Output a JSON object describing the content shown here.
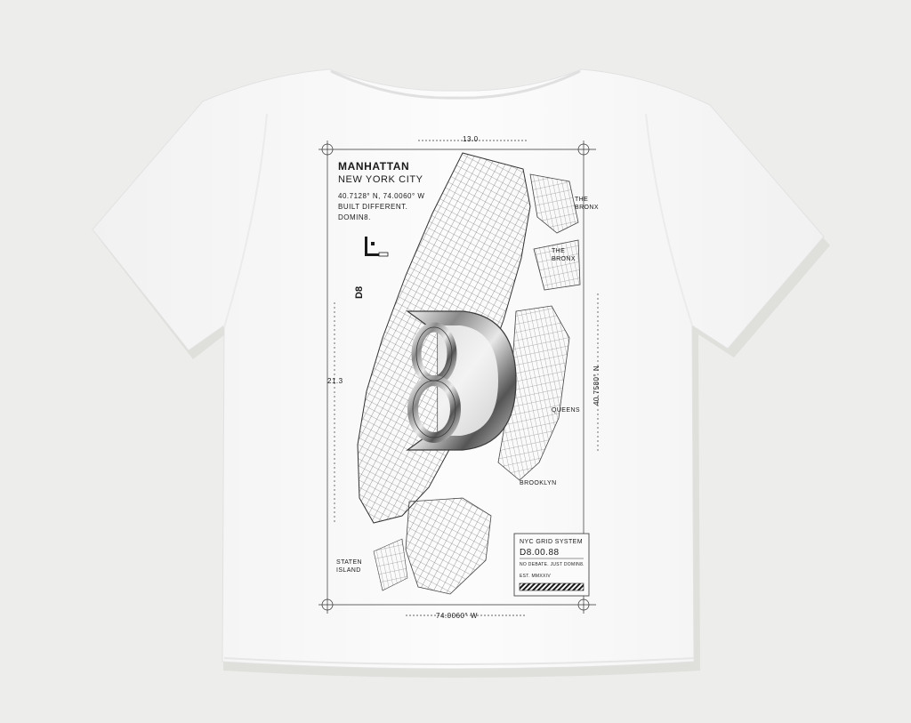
{
  "print": {
    "title": "MANHATTAN",
    "subtitle": "NEW YORK CITY",
    "coords": "40.7128° N, 74.0060° W",
    "tagline": "BUILT DIFFERENT.",
    "brand": "DOMIN8.",
    "side_code": "D8",
    "dim_top": "13.0",
    "dim_left": "21.3",
    "dim_right": "40.7580° N",
    "dim_bottom": "74.0060° W",
    "labels": {
      "bronx_1": "THE BRONX",
      "bronx_2": "THE BRONX",
      "queens": "QUEENS",
      "brooklyn": "BROOKLYN",
      "staten": "STATEN ISLAND"
    },
    "info_box": {
      "line1": "NYC GRID SYSTEM",
      "line2": "D8.00.88",
      "line3": "NO DEBATE. JUST DOMIN8.",
      "line4": "EST. MMXXIV"
    },
    "monogram": "D8"
  },
  "colors": {
    "background": "#ededeb",
    "shirt": "#fbfbfb",
    "ink": "#1a1a1a",
    "chrome_light": "#e6e6e6",
    "chrome_dark": "#4a4a4a"
  }
}
